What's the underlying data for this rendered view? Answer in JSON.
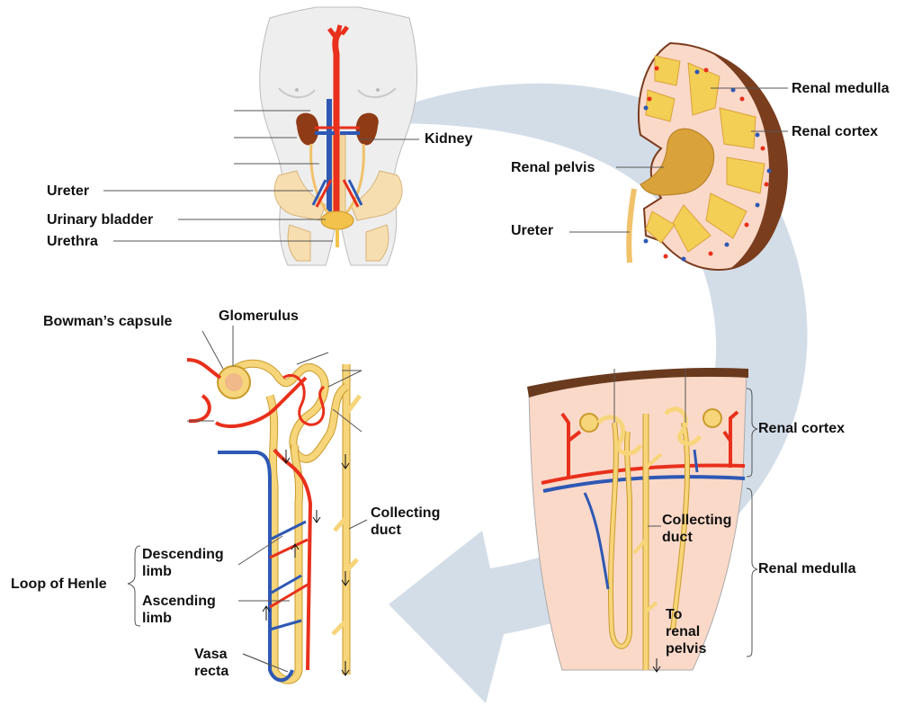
{
  "labels": {
    "kidney": "Kidney",
    "ureter_body": "Ureter",
    "urinary_bladder": "Urinary bladder",
    "urethra": "Urethra",
    "renal_medulla_top": "Renal medulla",
    "renal_cortex_top": "Renal cortex",
    "renal_pelvis": "Renal pelvis",
    "ureter_kidney": "Ureter",
    "bowmans_capsule": "Bowman’s capsule",
    "glomerulus": "Glomerulus",
    "collecting_duct_left": "Collecting\nduct",
    "descending_limb": "Descending\nlimb",
    "loop_of_henle": "Loop of Henle",
    "ascending_limb": "Ascending\nlimb",
    "vasa_recta": "Vasa\nrecta",
    "renal_cortex_right": "Renal cortex",
    "collecting_duct_right": "Collecting\nduct",
    "renal_medulla_right": "Renal medulla",
    "to_renal_pelvis": "To\nrenal\npelvis"
  },
  "colors": {
    "arrow": "#d3dde8",
    "artery": "#e8301c",
    "vein": "#2e58b4",
    "tubule": "#f7d57a",
    "tubule_edge": "#c99a2b",
    "body": "#eeeeee",
    "tissue": "#fbd9c9",
    "capsule": "#7a3d1e",
    "pelvis": "#d9a23a",
    "pyramid": "#f3cf55"
  }
}
